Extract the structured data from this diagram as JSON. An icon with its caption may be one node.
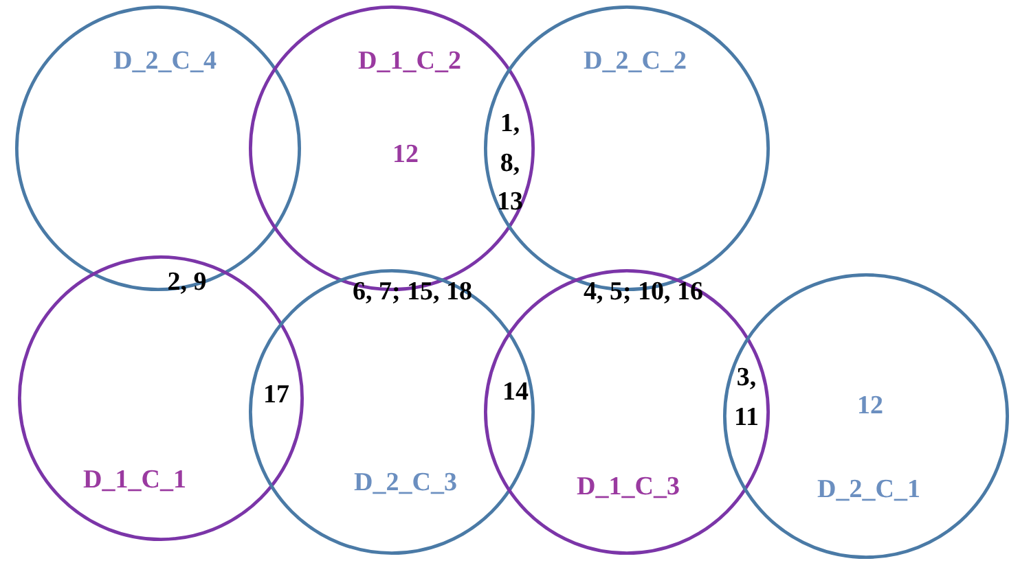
{
  "diagram": {
    "nodes": [
      {
        "text": [
          "D_2_C_4"
        ]
      },
      {
        "text": [
          "D_1_C_2"
        ]
      },
      {
        "text": [
          "D_2_C_2"
        ]
      },
      {
        "text": [
          "D_1_C_1"
        ]
      },
      {
        "text": [
          "D_2_C_3"
        ]
      },
      {
        "text": [
          "D_1_C_3"
        ]
      },
      {
        "text": [
          "D_2_C_1"
        ]
      }
    ],
    "labels": [
      "12",
      "1, 8, 13",
      "2, 9",
      "6, 7; 15, 18",
      "4, 5; 10, 16",
      "17",
      "14",
      "3, 11",
      "12"
    ]
  }
}
